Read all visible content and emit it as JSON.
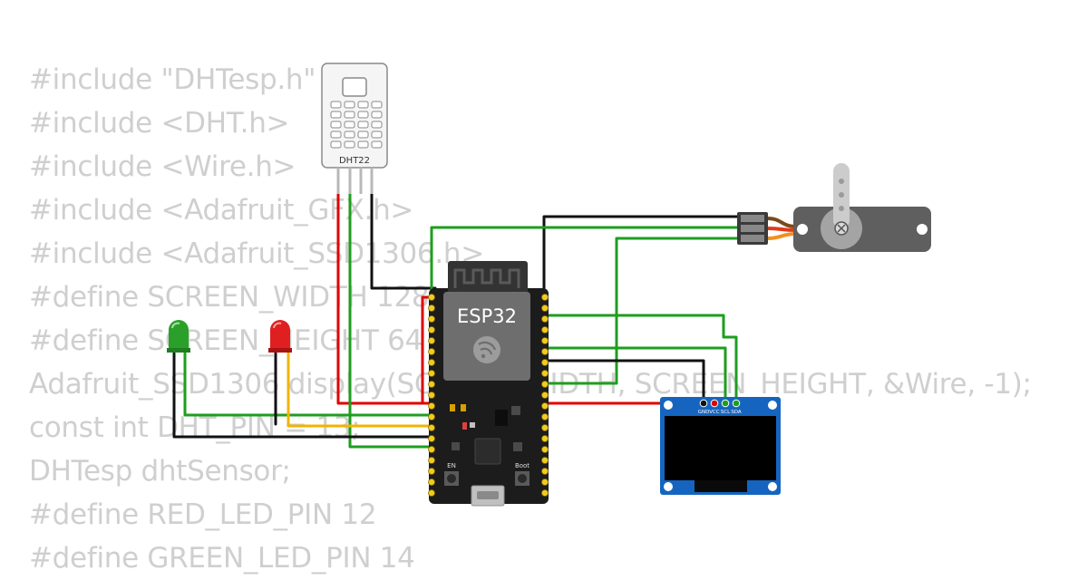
{
  "code_lines": [
    "#include \"DHTesp.h\"",
    "#include <DHT.h>",
    "#include <Wire.h>",
    "#include <Adafruit_GFX.h>",
    "#include <Adafruit_SSD1306.h>",
    "#define SCREEN_WIDTH 128",
    "#define SCREEN_HEIGHT 64",
    "Adafruit_SSD1306 display(SCREEN_WIDTH, SCREEN_HEIGHT, &Wire, -1);",
    "const int DHT_PIN = 13;",
    "DHTesp dhtSensor;",
    "#define RED_LED_PIN 12",
    "#define GREEN_LED_PIN 14"
  ],
  "components": {
    "dht": {
      "label": "DHT22"
    },
    "esp32": {
      "label": "ESP32",
      "en_label": "EN",
      "boot_label": "Boot"
    },
    "oled": {
      "pins": [
        "GND",
        "VCC",
        "SCL",
        "SDA"
      ]
    }
  },
  "colors": {
    "wire_red": "#e00000",
    "wire_black": "#111111",
    "wire_green": "#1e9e1e",
    "wire_yellow": "#f0b400",
    "code_text": "#cfcfcf",
    "board": "#1c1c1c",
    "oled_pcb": "#1565c0",
    "servo_body": "#5f5f5f"
  }
}
